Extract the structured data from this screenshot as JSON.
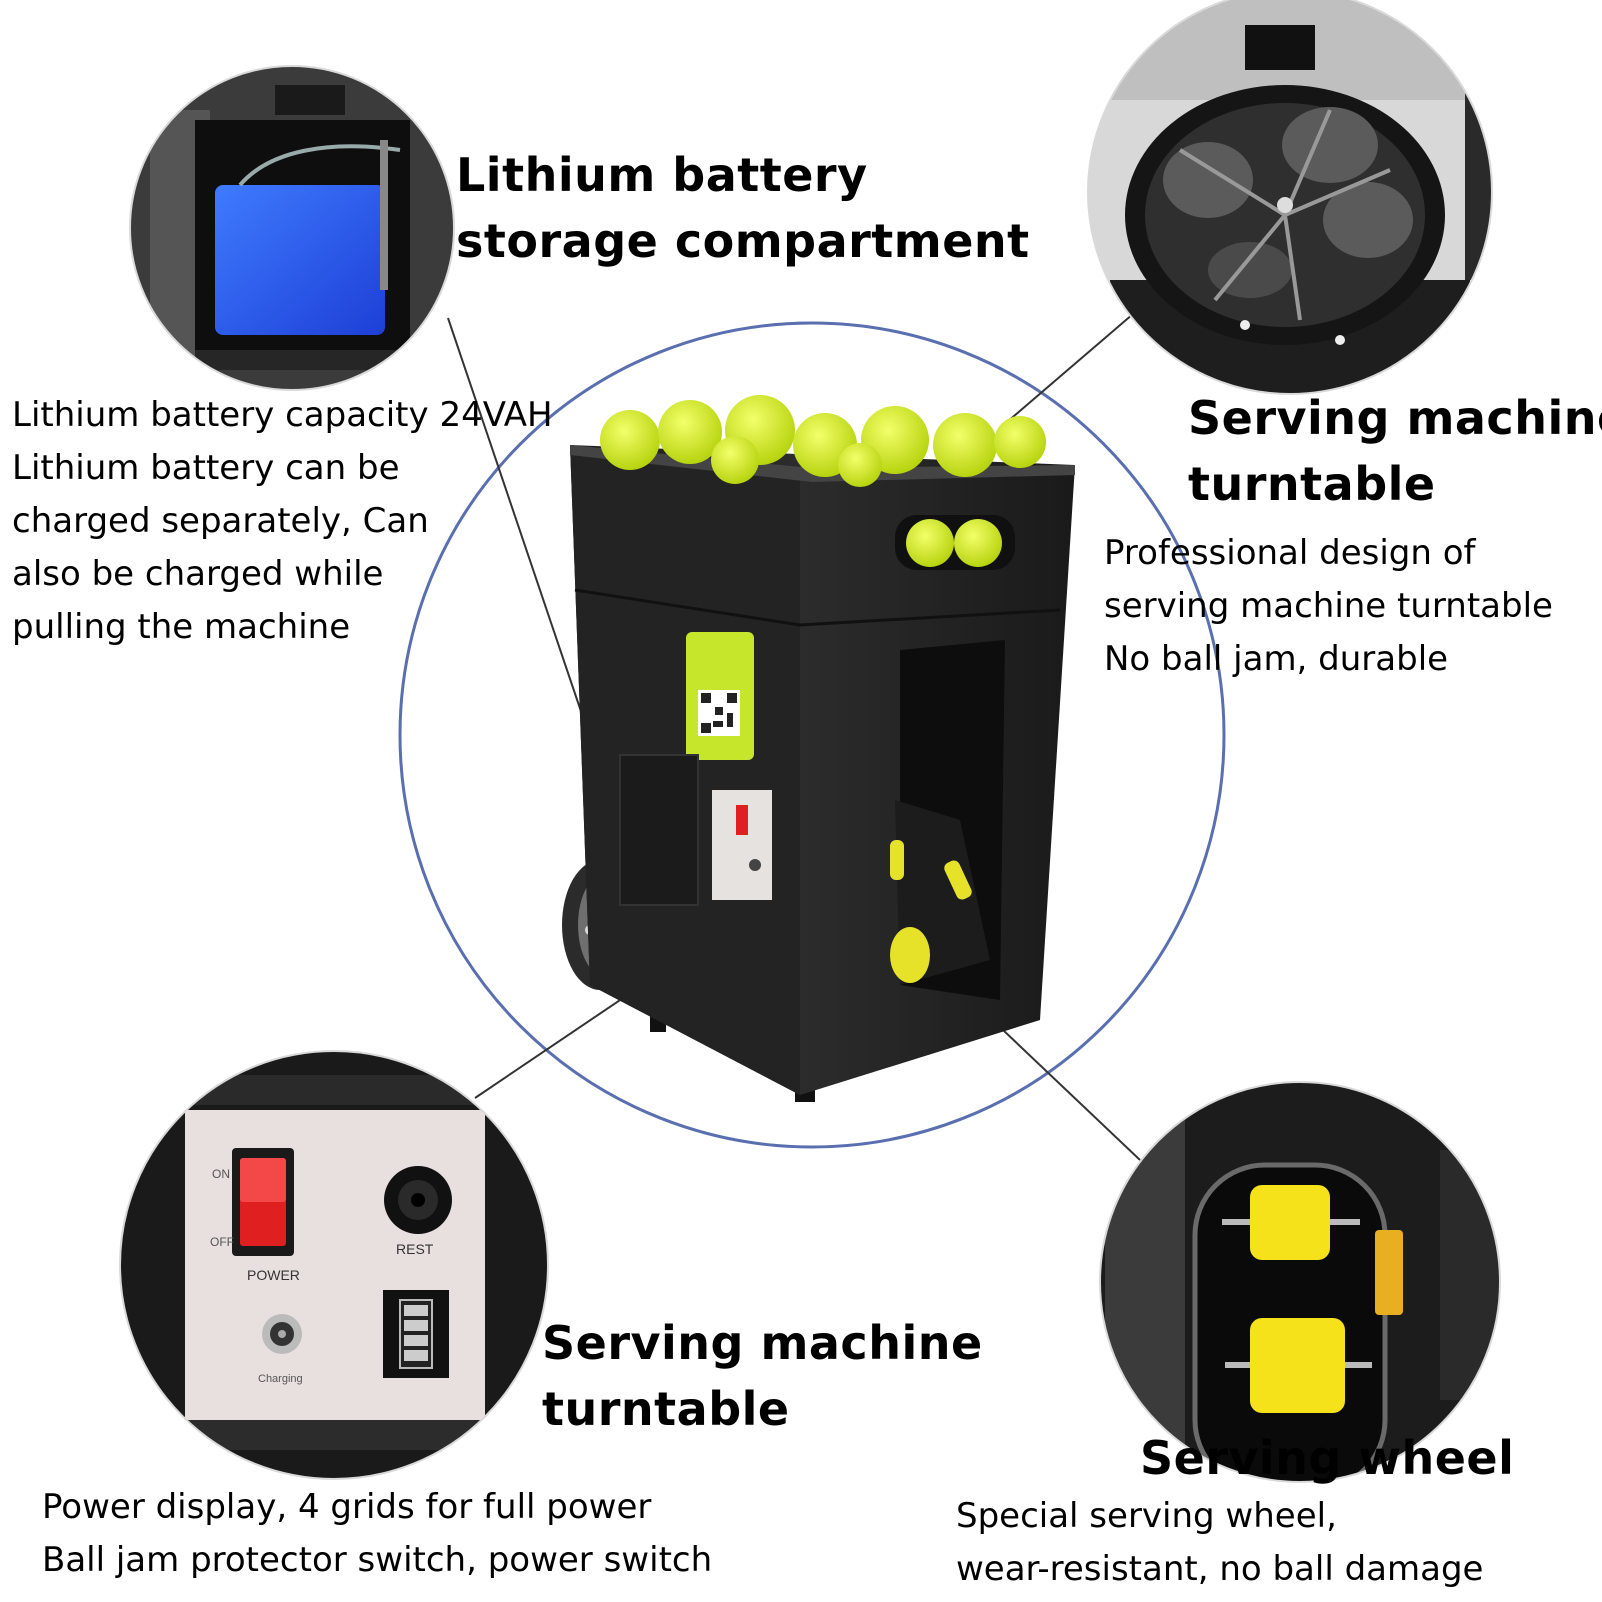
{
  "sections": {
    "battery": {
      "heading_line1": "Lithium battery",
      "heading_line2": "storage compartment",
      "desc_line1": "Lithium battery capacity 24VAH",
      "desc_line2": "Lithium battery can be",
      "desc_line3": "charged separately, Can",
      "desc_line4": "also be charged while",
      "desc_line5": "pulling the machine"
    },
    "turntable": {
      "heading_line1": "Serving machine",
      "heading_line2": "turntable",
      "desc_line1": "Professional design of",
      "desc_line2": "serving machine turntable",
      "desc_line3": "No ball jam, durable"
    },
    "panel": {
      "heading_line1": "Serving machine",
      "heading_line2": "turntable",
      "desc_line1": "Power display, 4 grids for full power",
      "desc_line2": "Ball jam protector switch, power switch",
      "switch_on": "ON",
      "switch_off": "OFF",
      "power_label": "POWER",
      "rest_label": "REST",
      "charging_label": "Charging"
    },
    "wheel": {
      "heading": "Serving wheel",
      "desc_line1": "Special serving wheel,",
      "desc_line2": "wear-resistant, no ball damage"
    }
  },
  "colors": {
    "ball_yellow": "#d6ec2a",
    "machine_body": "#262626",
    "ring_blue": "#5a6fb0",
    "battery_blue": "#2f5ef0",
    "switch_red": "#e02020",
    "roller_yellow": "#f6e21a",
    "qr_label_green": "#c6e62c"
  }
}
